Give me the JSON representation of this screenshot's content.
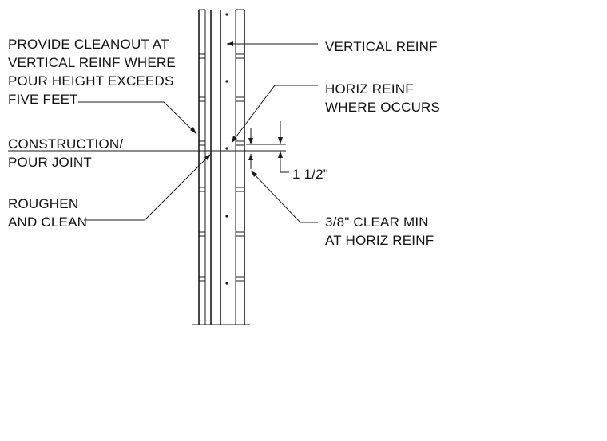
{
  "notes": {
    "cleanout": [
      "PROVIDE CLEANOUT AT",
      "VERTICAL REINF WHERE",
      "POUR HEIGHT EXCEEDS",
      "FIVE FEET"
    ],
    "vertical_reinf": [
      "VERTICAL REINF"
    ],
    "horiz_reinf": [
      "HORIZ REINF",
      "WHERE OCCURS"
    ],
    "construction_joint": [
      "CONSTRUCTION/",
      "POUR JOINT"
    ],
    "roughen": [
      "ROUGHEN",
      "AND CLEAN"
    ],
    "dimension": "1 1/2\"",
    "clear_min": [
      "3/8\" CLEAR MIN",
      "AT HORIZ REINF"
    ]
  },
  "colors": {
    "line": "#1a1a1a",
    "text": "#111111",
    "background": "#ffffff"
  }
}
